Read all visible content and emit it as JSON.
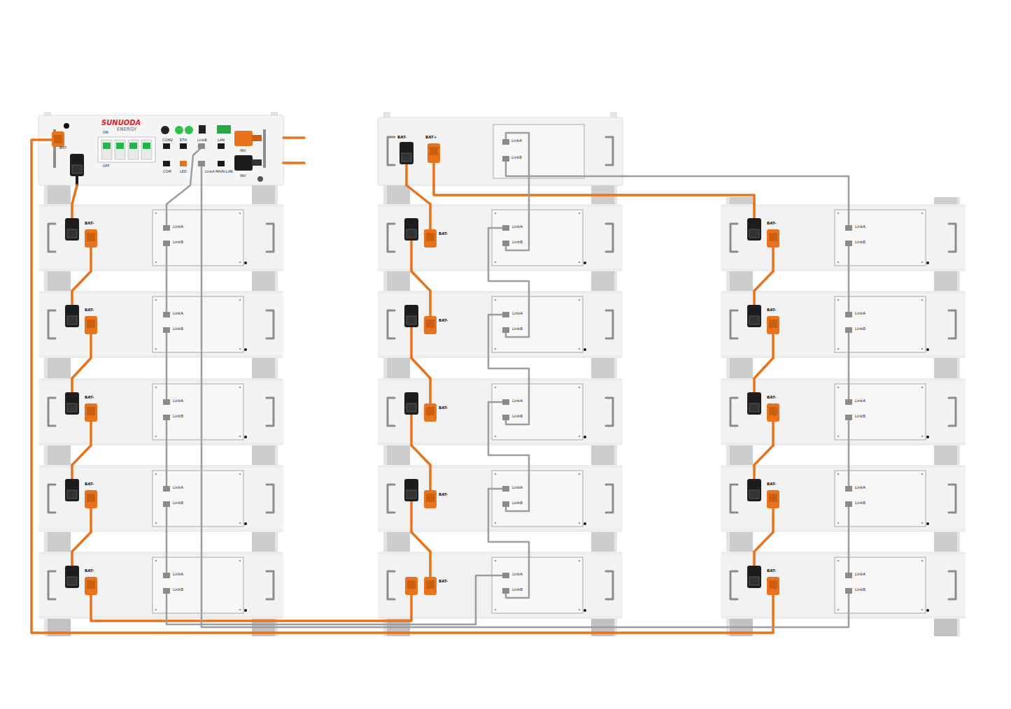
{
  "diagram": {
    "nodes": [
      {
        "text": [
          "SUNUODA",
          "ENERGY",
          "BAT-",
          "ON",
          "OFF",
          "COM2",
          "ETH",
          "LinkB",
          "LAN",
          "COM",
          "LED",
          "LinkA",
          "MAIN-LAN",
          "INV",
          "INV"
        ]
      },
      {
        "text": [
          "BAT-",
          "LinkA",
          "LinkB"
        ]
      },
      {
        "text": [
          "BAT-",
          "LinkA",
          "LinkB"
        ]
      },
      {
        "text": [
          "BAT-",
          "LinkA",
          "LinkB"
        ]
      },
      {
        "text": [
          "BAT-",
          "LinkA",
          "LinkB"
        ]
      },
      {
        "text": [
          "BAT-",
          "LinkA",
          "LinkB"
        ]
      },
      {
        "text": [
          "BAT-",
          "BAT+",
          "LinkA",
          "LinkB"
        ]
      },
      {
        "text": [
          "BAT-",
          "LinkA",
          "LinkB"
        ]
      },
      {
        "text": [
          "BAT-",
          "LinkA",
          "LinkB"
        ]
      },
      {
        "text": [
          "BAT-",
          "LinkA",
          "LinkB"
        ]
      },
      {
        "text": [
          "BAT-",
          "LinkA",
          "LinkB"
        ]
      },
      {
        "text": [
          "BAT-",
          "LinkA",
          "LinkB"
        ]
      },
      {
        "text": [
          "BAT-",
          "LinkA",
          "LinkB"
        ]
      },
      {
        "text": [
          "BAT-",
          "LinkA",
          "LinkB"
        ]
      },
      {
        "text": [
          "BAT-",
          "LinkA",
          "LinkB"
        ]
      },
      {
        "text": [
          "BAT-",
          "LinkA",
          "LinkB"
        ]
      },
      {
        "text": [
          "BAT-",
          "LinkA",
          "LinkB"
        ]
      }
    ],
    "edges": [
      {
        "from": 0,
        "to": 1,
        "arrow": "none"
      },
      {
        "from": 1,
        "to": 2,
        "arrow": "none"
      },
      {
        "from": 2,
        "to": 3,
        "arrow": "none"
      },
      {
        "from": 3,
        "to": 4,
        "arrow": "none"
      },
      {
        "from": 4,
        "to": 5,
        "arrow": "none"
      },
      {
        "from": 5,
        "to": 11,
        "arrow": "none"
      },
      {
        "from": 11,
        "to": 10,
        "arrow": "none"
      },
      {
        "from": 10,
        "to": 9,
        "arrow": "none"
      },
      {
        "from": 9,
        "to": 8,
        "arrow": "none"
      },
      {
        "from": 8,
        "to": 7,
        "arrow": "none"
      },
      {
        "from": 7,
        "to": 6,
        "arrow": "none"
      },
      {
        "from": 6,
        "to": 12,
        "arrow": "none"
      },
      {
        "from": 12,
        "to": 13,
        "arrow": "none"
      },
      {
        "from": 13,
        "to": 14,
        "arrow": "none"
      },
      {
        "from": 14,
        "to": 15,
        "arrow": "none"
      },
      {
        "from": 15,
        "to": 16,
        "arrow": "none"
      },
      {
        "from": 16,
        "to": 0,
        "arrow": "none"
      },
      {
        "from": 0,
        "to": 1,
        "arrow": "none"
      },
      {
        "from": 1,
        "to": 2,
        "arrow": "none"
      },
      {
        "from": 2,
        "to": 3,
        "arrow": "none"
      },
      {
        "from": 3,
        "to": 4,
        "arrow": "none"
      },
      {
        "from": 4,
        "to": 5,
        "arrow": "none"
      },
      {
        "from": 5,
        "to": 11,
        "arrow": "none"
      },
      {
        "from": 11,
        "to": 10,
        "arrow": "none"
      },
      {
        "from": 10,
        "to": 9,
        "arrow": "none"
      },
      {
        "from": 9,
        "to": 8,
        "arrow": "none"
      },
      {
        "from": 8,
        "to": 7,
        "arrow": "none"
      },
      {
        "from": 7,
        "to": 6,
        "arrow": "none"
      },
      {
        "from": 6,
        "to": 12,
        "arrow": "none"
      },
      {
        "from": 12,
        "to": 13,
        "arrow": "none"
      },
      {
        "from": 13,
        "to": 14,
        "arrow": "none"
      },
      {
        "from": 14,
        "to": 15,
        "arrow": "none"
      },
      {
        "from": 15,
        "to": 16,
        "arrow": "none"
      },
      {
        "from": 16,
        "to": 0,
        "arrow": "none"
      }
    ]
  }
}
